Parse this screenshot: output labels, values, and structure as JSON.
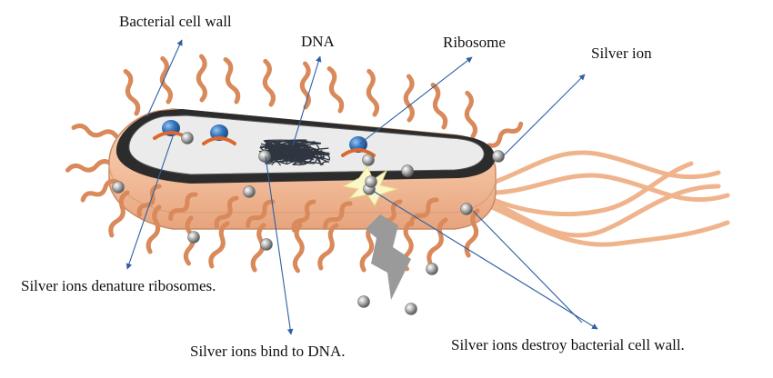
{
  "labels": {
    "cell_wall": "Bacterial cell wall",
    "dna": "DNA",
    "ribosome": "Ribosome",
    "silver_ion": "Silver ion",
    "denature_ribosomes": "Silver ions denature ribosomes.",
    "bind_dna": "Silver ions bind to DNA.",
    "destroy_wall": "Silver ions destroy bacterial cell wall."
  },
  "colors": {
    "body": "#f4c3a3",
    "body_edge": "#c98a64",
    "pili": "#d9895a",
    "flagella": "#f0b48d",
    "cytoplasm": "#ebebeb",
    "ribosome": "#3a79c3",
    "ribosome_rna": "#d9692e",
    "dna": "#2f3640",
    "arrow": "#2e5fa3",
    "silver_ion": "#8a8a8a",
    "lightning": "#9a9a9a"
  }
}
